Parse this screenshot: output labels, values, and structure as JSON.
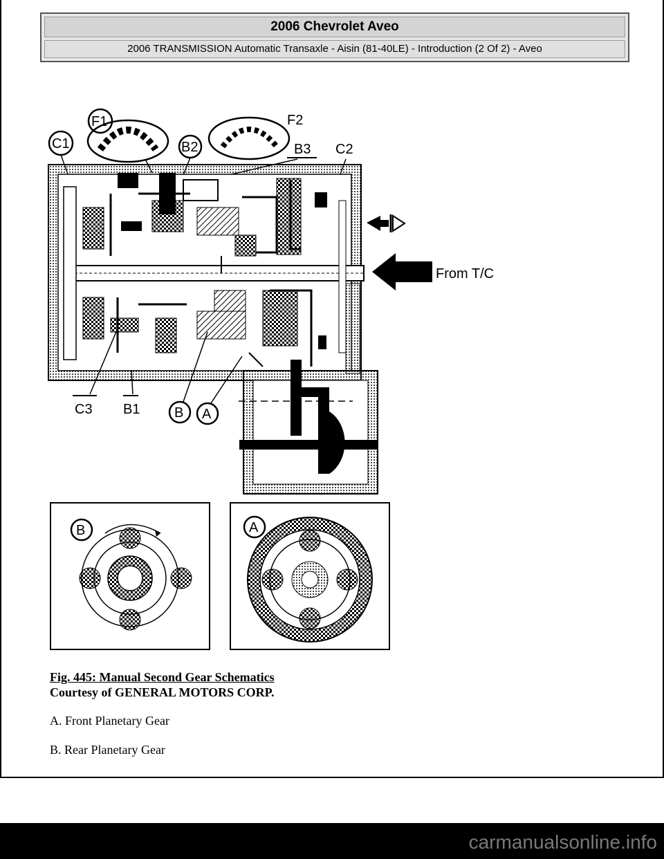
{
  "header": {
    "title": "2006 Chevrolet Aveo",
    "subtitle": "2006 TRANSMISSION Automatic Transaxle - Aisin (81-40LE) - Introduction (2 Of 2) - Aveo"
  },
  "diagram_labels": {
    "f1": "F1",
    "f2": "F2",
    "c1": "C1",
    "b2": "B2",
    "b3": "B3",
    "c2": "C2",
    "c3": "C3",
    "b1": "B1",
    "b": "B",
    "a": "A",
    "from_tc": "From T/C"
  },
  "insets": {
    "rear_label": "B",
    "front_label": "A"
  },
  "caption": {
    "figure": "Fig. 445: Manual Second Gear Schematics",
    "courtesy": "Courtesy of GENERAL MOTORS CORP."
  },
  "legend": [
    "A. Front Planetary Gear",
    "B. Rear Planetary Gear"
  ],
  "watermark": "carmanualsonline.info"
}
